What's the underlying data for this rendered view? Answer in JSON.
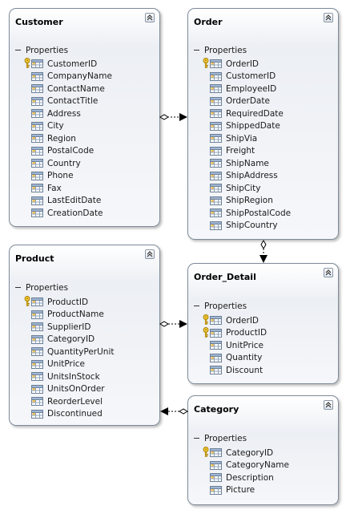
{
  "entities": {
    "customer": {
      "title": "Customer",
      "section": "Properties",
      "props": [
        "CustomerID",
        "CompanyName",
        "ContactName",
        "ContactTitle",
        "Address",
        "City",
        "Region",
        "PostalCode",
        "Country",
        "Phone",
        "Fax",
        "LastEditDate",
        "CreationDate"
      ]
    },
    "order": {
      "title": "Order",
      "section": "Properties",
      "props": [
        "OrderID",
        "CustomerID",
        "EmployeeID",
        "OrderDate",
        "RequiredDate",
        "ShippedDate",
        "ShipVia",
        "Freight",
        "ShipName",
        "ShipAddress",
        "ShipCity",
        "ShipRegion",
        "ShipPostalCode",
        "ShipCountry"
      ]
    },
    "product": {
      "title": "Product",
      "section": "Properties",
      "props": [
        "ProductID",
        "ProductName",
        "SupplierID",
        "CategoryID",
        "QuantityPerUnit",
        "UnitPrice",
        "UnitsInStock",
        "UnitsOnOrder",
        "ReorderLevel",
        "Discontinued"
      ]
    },
    "order_detail": {
      "title": "Order_Detail",
      "section": "Properties",
      "props": [
        "OrderID",
        "ProductID",
        "UnitPrice",
        "Quantity",
        "Discount"
      ]
    },
    "category": {
      "title": "Category",
      "section": "Properties",
      "props": [
        "CategoryID",
        "CategoryName",
        "Description",
        "Picture"
      ]
    }
  },
  "keys": {
    "customer": [
      "CustomerID"
    ],
    "order": [
      "OrderID"
    ],
    "product": [
      "ProductID"
    ],
    "order_detail": [
      "OrderID",
      "ProductID"
    ],
    "category": [
      "CategoryID"
    ]
  },
  "icons": {
    "collapse": "double-chevron-up-icon",
    "section": "minus-icon",
    "property": "property-icon",
    "key": "key-icon"
  },
  "colors": {
    "border": "#7e8b9a",
    "connector": "#000000",
    "key": "#d8a800"
  }
}
